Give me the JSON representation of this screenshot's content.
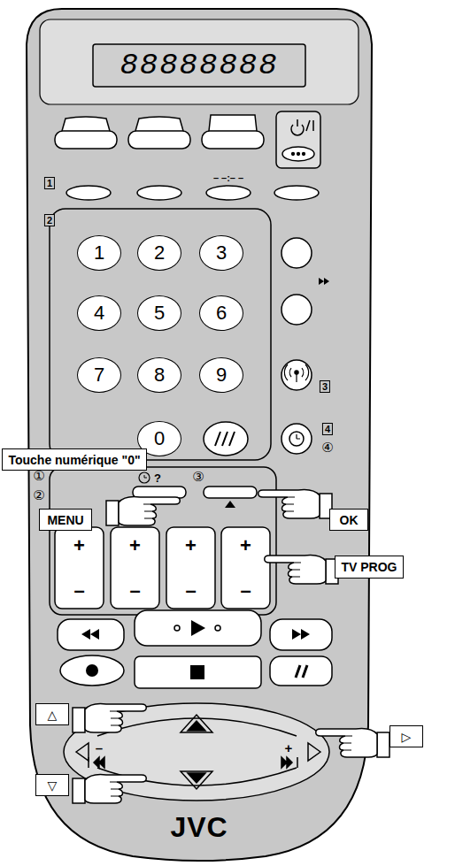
{
  "diagram": {
    "nodes": [
      {
        "text": [
          "1"
        ]
      },
      {
        "text": [
          "2"
        ]
      },
      {
        "text": [
          "3"
        ]
      },
      {
        "text": [
          "4"
        ]
      },
      {
        "text": [
          "5"
        ]
      },
      {
        "text": [
          "6"
        ]
      },
      {
        "text": [
          "7"
        ]
      },
      {
        "text": [
          "8"
        ]
      },
      {
        "text": [
          "9"
        ]
      },
      {
        "text": [
          "0"
        ]
      },
      {
        "text": [
          "Touche numérique \"0\""
        ]
      },
      {
        "text": [
          "MENU"
        ]
      },
      {
        "text": [
          "OK"
        ]
      },
      {
        "text": [
          "TV PROG"
        ]
      },
      {
        "text": [
          "△"
        ]
      },
      {
        "text": [
          "▷"
        ]
      },
      {
        "text": [
          "▽"
        ]
      }
    ],
    "labels": [
      "88888888",
      "1",
      "– –:– –",
      "2",
      "3",
      "4",
      "④",
      "①",
      "?",
      "③",
      "②",
      "+",
      "+",
      "+",
      "+",
      "–",
      "–",
      "–",
      "–",
      "–",
      "+",
      "JVC"
    ]
  }
}
